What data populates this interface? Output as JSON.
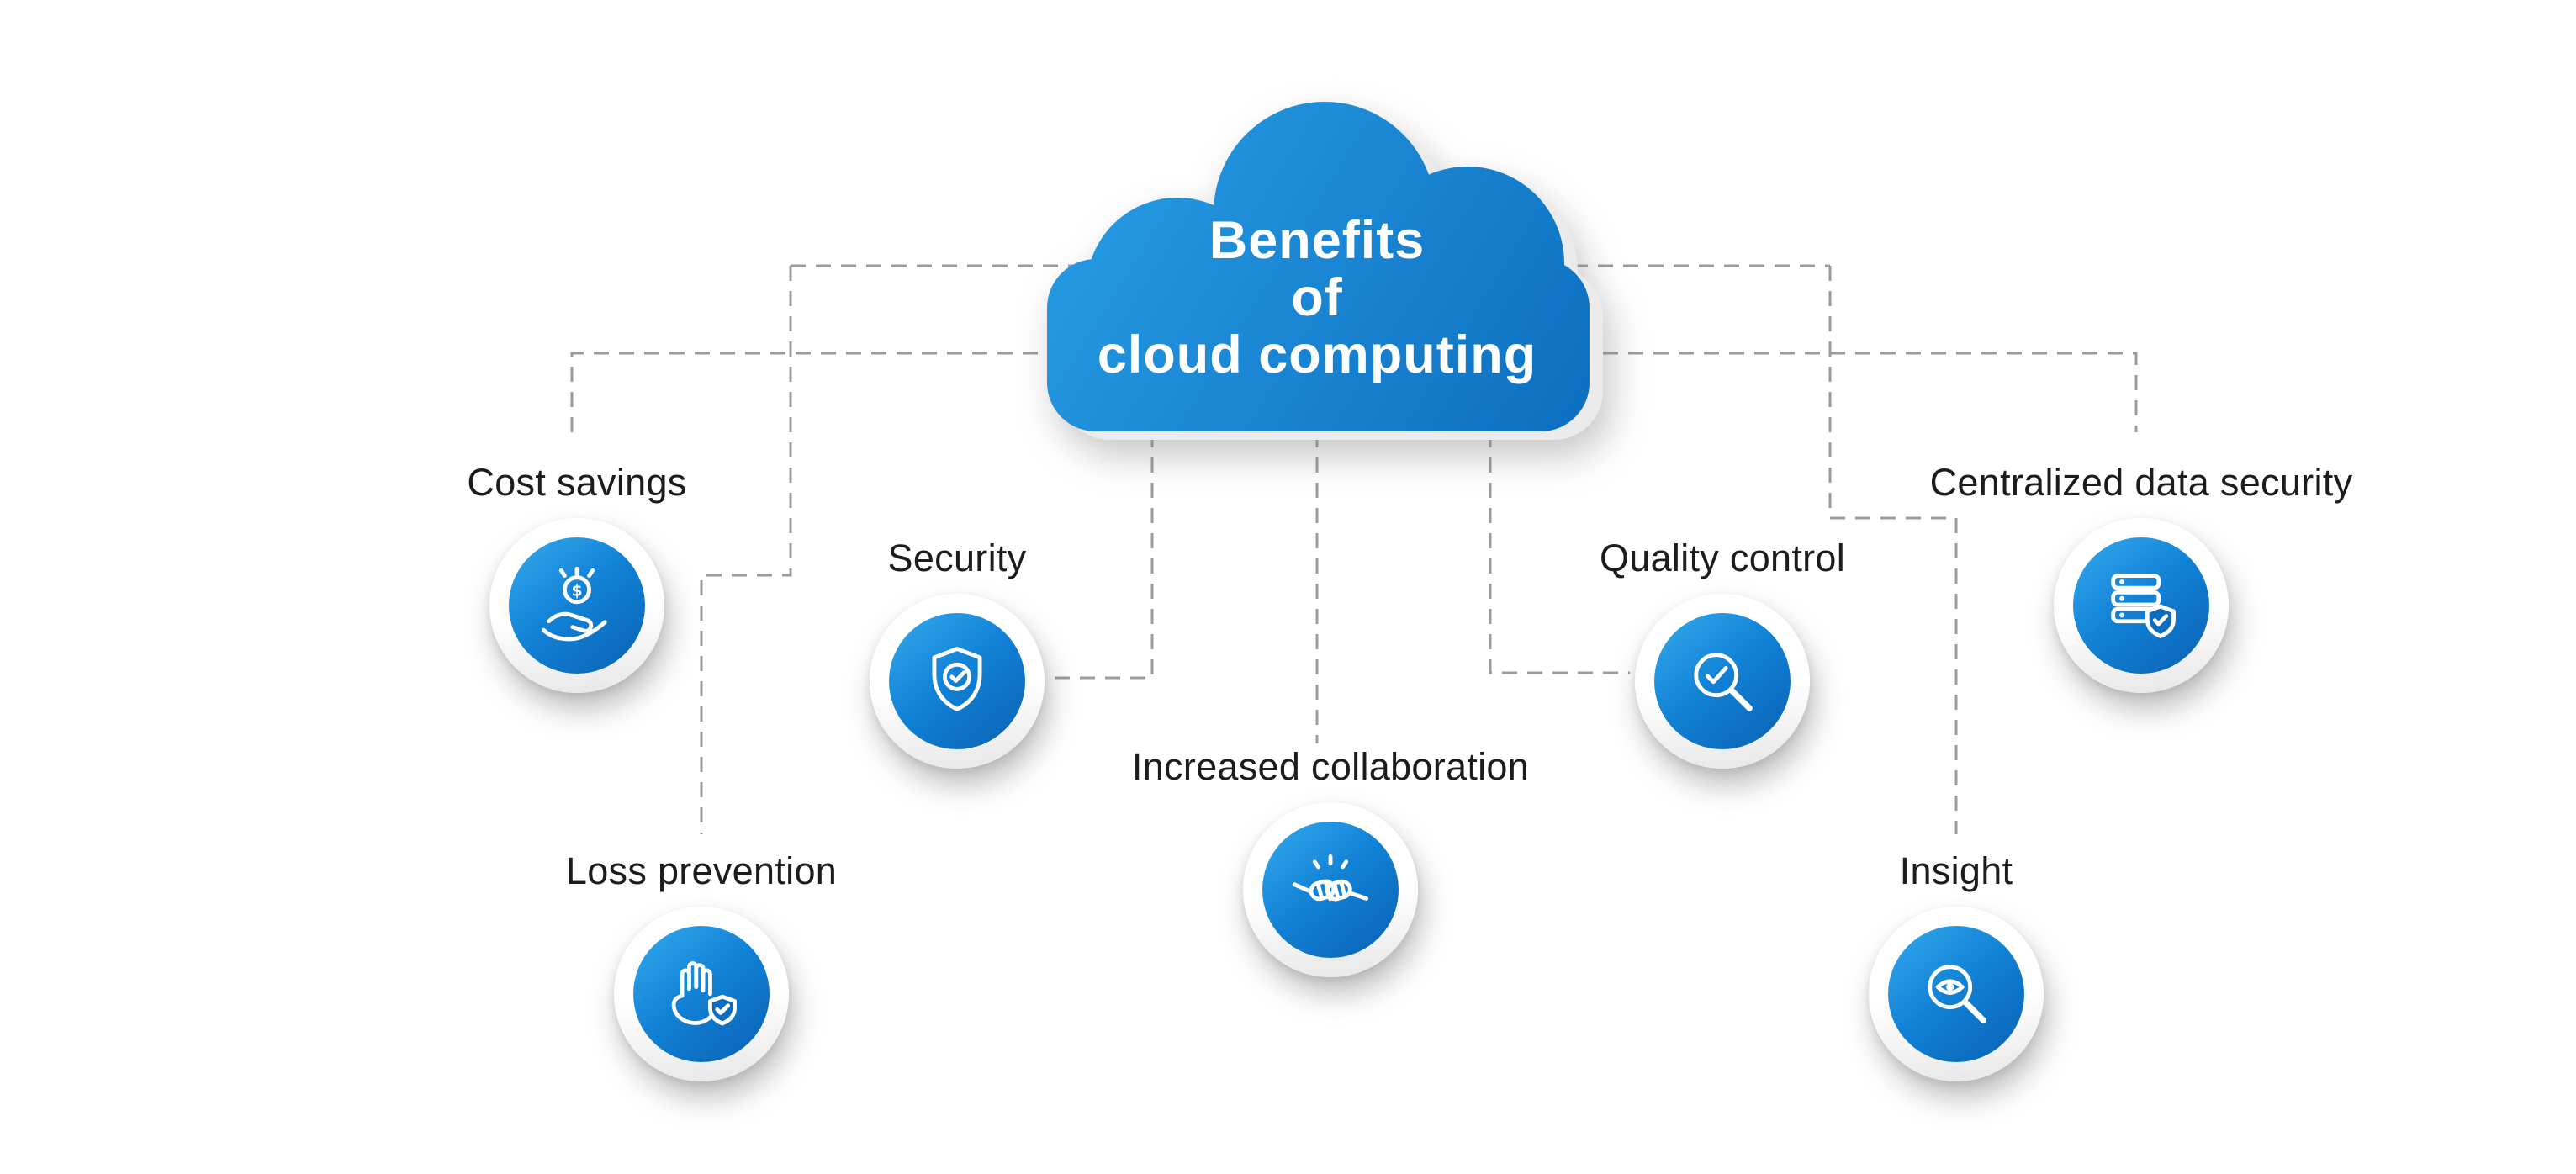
{
  "cloud": {
    "line1": "Benefits",
    "line2": "of",
    "line3": "cloud computing"
  },
  "nodes": [
    {
      "id": "cost-savings",
      "label": "Cost savings",
      "icon": "hand-coin-icon"
    },
    {
      "id": "security",
      "label": "Security",
      "icon": "shield-check-icon"
    },
    {
      "id": "increased-collaboration",
      "label": "Increased collaboration",
      "icon": "handshake-icon"
    },
    {
      "id": "quality-control",
      "label": "Quality control",
      "icon": "magnifier-check-icon"
    },
    {
      "id": "centralized-data-security",
      "label": "Centralized data security",
      "icon": "server-shield-icon"
    },
    {
      "id": "loss-prevention",
      "label": "Loss prevention",
      "icon": "hand-shield-icon"
    },
    {
      "id": "insight",
      "label": "Insight",
      "icon": "magnifier-eye-icon"
    }
  ],
  "colors": {
    "cloud_blue_light": "#2aa0e8",
    "cloud_blue_dark": "#0b6cbe",
    "icon_blue_light": "#35aaee",
    "icon_blue_dark": "#0a61b3",
    "connector_gray": "#9b9b9b",
    "label_text": "#1c1c1e",
    "background": "#ffffff"
  }
}
